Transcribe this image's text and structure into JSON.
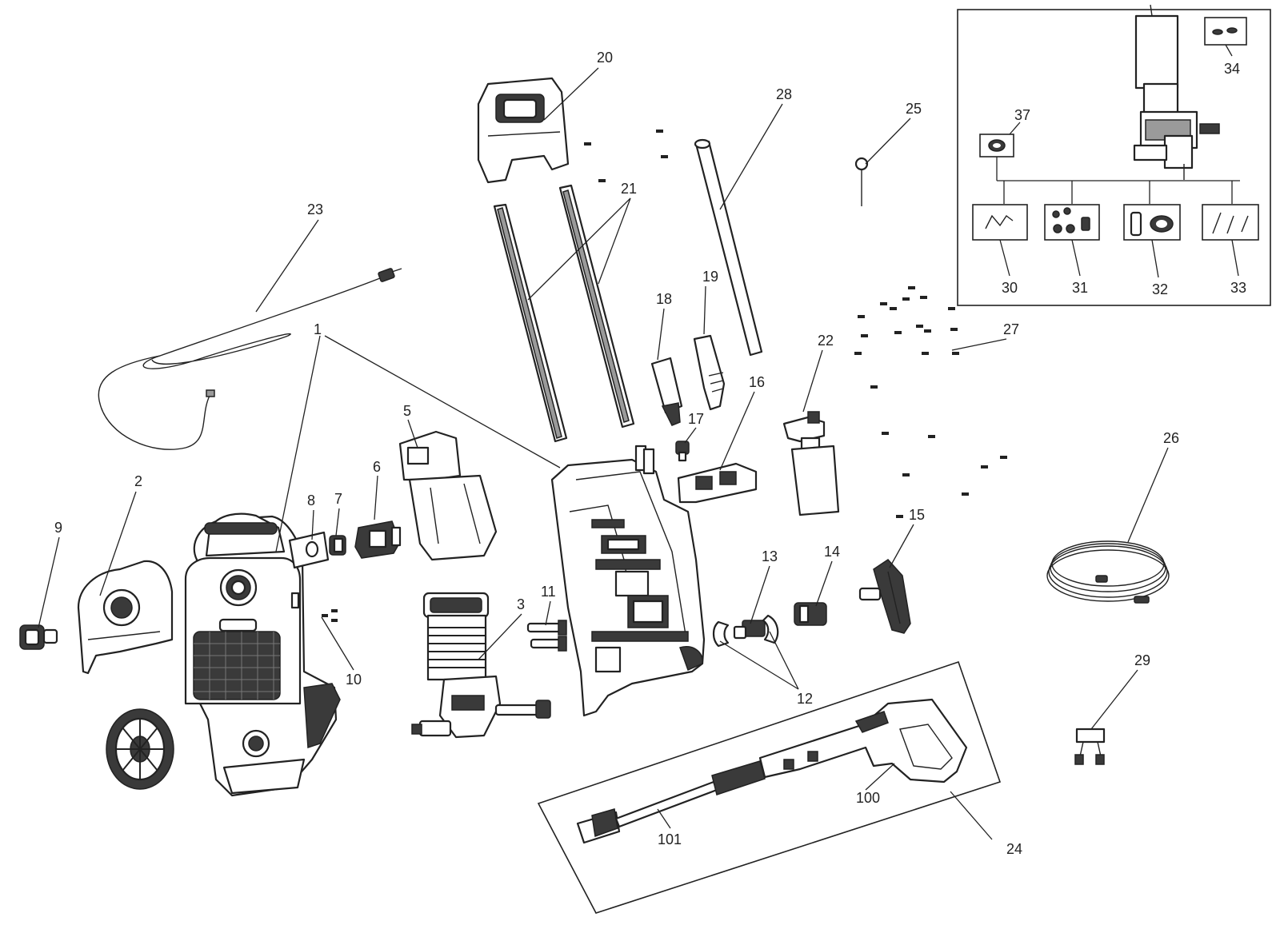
{
  "diagram": {
    "labels": [
      {
        "id": "p1",
        "text": "1"
      },
      {
        "id": "p2",
        "text": "2"
      },
      {
        "id": "p3",
        "text": "3"
      },
      {
        "id": "p5",
        "text": "5"
      },
      {
        "id": "p6",
        "text": "6"
      },
      {
        "id": "p7",
        "text": "7"
      },
      {
        "id": "p8",
        "text": "8"
      },
      {
        "id": "p9",
        "text": "9"
      },
      {
        "id": "p10",
        "text": "10"
      },
      {
        "id": "p11",
        "text": "11"
      },
      {
        "id": "p12",
        "text": "12"
      },
      {
        "id": "p13",
        "text": "13"
      },
      {
        "id": "p14",
        "text": "14"
      },
      {
        "id": "p15",
        "text": "15"
      },
      {
        "id": "p16",
        "text": "16"
      },
      {
        "id": "p17",
        "text": "17"
      },
      {
        "id": "p18",
        "text": "18"
      },
      {
        "id": "p19",
        "text": "19"
      },
      {
        "id": "p20",
        "text": "20"
      },
      {
        "id": "p21",
        "text": "21"
      },
      {
        "id": "p22",
        "text": "22"
      },
      {
        "id": "p23",
        "text": "23"
      },
      {
        "id": "p24",
        "text": "24"
      },
      {
        "id": "p25",
        "text": "25"
      },
      {
        "id": "p26",
        "text": "26"
      },
      {
        "id": "p27",
        "text": "27"
      },
      {
        "id": "p28",
        "text": "28"
      },
      {
        "id": "p29",
        "text": "29"
      },
      {
        "id": "p30",
        "text": "30"
      },
      {
        "id": "p31",
        "text": "31"
      },
      {
        "id": "p32",
        "text": "32"
      },
      {
        "id": "p33",
        "text": "33"
      },
      {
        "id": "p34",
        "text": "34"
      },
      {
        "id": "p37",
        "text": "37"
      },
      {
        "id": "p100",
        "text": "100"
      },
      {
        "id": "p101",
        "text": "101"
      }
    ]
  }
}
